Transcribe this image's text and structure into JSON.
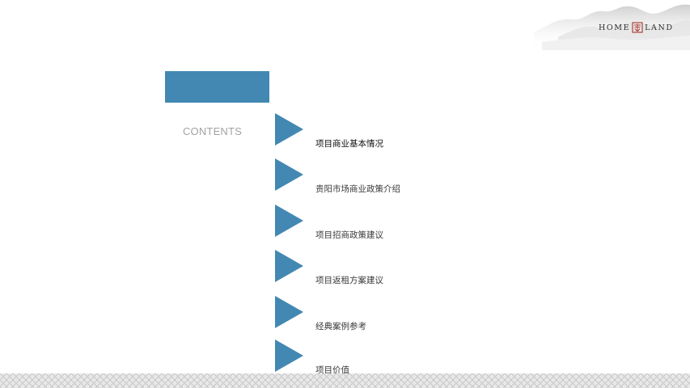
{
  "header": {
    "brand_left": "HOME",
    "brand_right": "LAND",
    "seal_icon": "seal-icon"
  },
  "contents_label": "CONTENTS",
  "colors": {
    "accent": "#4388b2",
    "label": "#a3a3a3",
    "text": "#3a3a3a"
  },
  "menu": {
    "items": [
      {
        "label": "项目商业基本情况"
      },
      {
        "label": "贵阳市场商业政策介绍"
      },
      {
        "label": "项目招商政策建议"
      },
      {
        "label": "项目返租方案建议"
      },
      {
        "label": "经典案例参考"
      },
      {
        "label": "项目价值"
      }
    ]
  }
}
